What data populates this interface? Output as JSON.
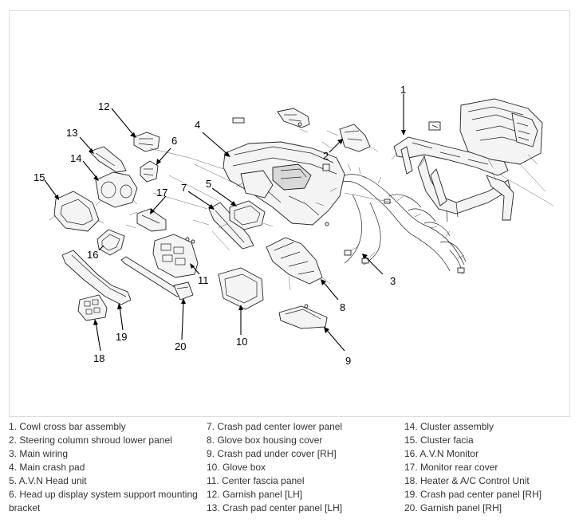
{
  "callouts": [
    "1",
    "2",
    "3",
    "4",
    "5",
    "6",
    "7",
    "8",
    "9",
    "10",
    "11",
    "12",
    "13",
    "14",
    "15",
    "16",
    "17",
    "18",
    "19",
    "20"
  ],
  "legend": {
    "col1": [
      "1. Cowl cross bar assembly",
      "2. Steering column shroud lower panel",
      "3. Main wiring",
      "4. Main crash pad",
      "5. A.V.N Head unit",
      "6. Head up display system support mounting bracket"
    ],
    "col2": [
      "7. Crash pad center lower panel",
      "8. Glove box housing cover",
      "9. Crash pad under cover [RH]",
      "10. Glove box",
      "11. Center fascia panel",
      "12. Garnish panel [LH]",
      "13. Crash pad center panel [LH]"
    ],
    "col3": [
      "14. Cluster assembly",
      "15. Cluster facia",
      "16. A.V.N Monitor",
      "17. Monitor rear cover",
      "18. Heater & A/C Control Unit",
      "19. Crash pad center panel [RH]",
      "20. Garnish panel [RH]"
    ]
  }
}
